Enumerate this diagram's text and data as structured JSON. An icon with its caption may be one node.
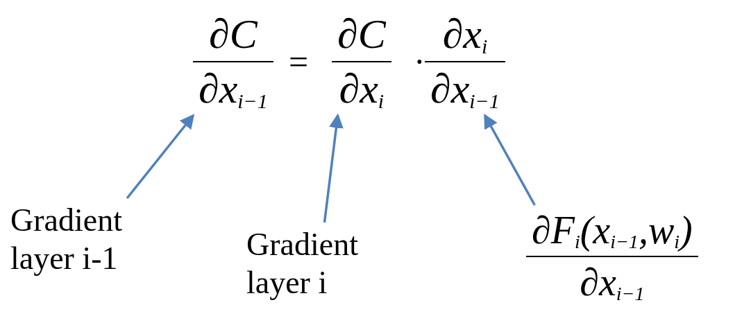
{
  "diagram": {
    "nodes": [
      {
        "text": [
          "∂C",
          "∂x$_{i−1}$"
        ]
      },
      {
        "text": [
          "∂C",
          "∂x$_{i}$"
        ]
      },
      {
        "text": [
          "∂x$_{i}$",
          "∂x$_{i−1}$"
        ]
      },
      {
        "text": [
          "Gradient layer i-1"
        ]
      },
      {
        "text": [
          "Gradient layer i"
        ]
      },
      {
        "text": [
          "∂F$_{i}$(x$_{i−1}$,w$_{i}$)",
          "∂x$_{i−1}$"
        ]
      }
    ],
    "edges": [
      {
        "from": 3,
        "to": 0,
        "arrow": "to"
      },
      {
        "from": 4,
        "to": 1,
        "arrow": "to"
      },
      {
        "from": 5,
        "to": 2,
        "arrow": "to"
      }
    ],
    "labels": [
      "=",
      "·"
    ]
  }
}
